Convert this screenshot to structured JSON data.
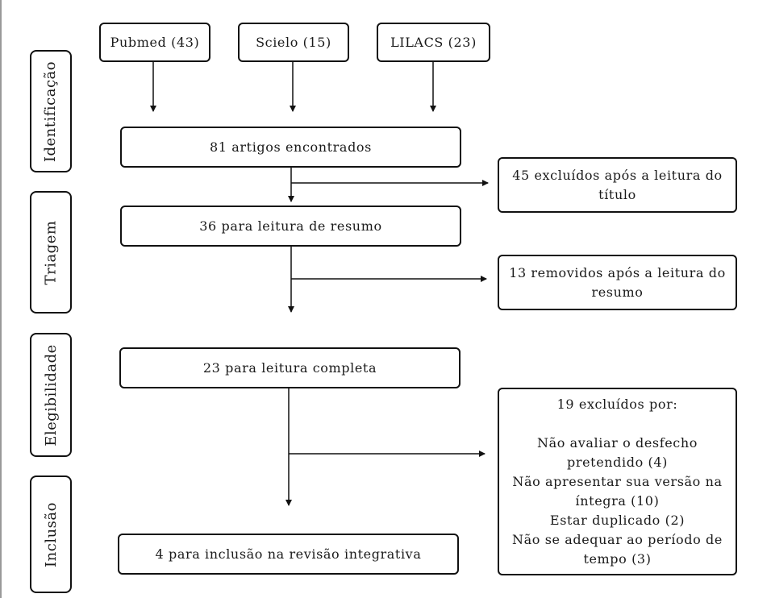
{
  "stages": {
    "identificacao": "Identificação",
    "triagem": "Triagem",
    "elegibilidade": "Elegibilidade",
    "inclusao": "Inclusão"
  },
  "sources": {
    "pubmed": "Pubmed (43)",
    "scielo": "Scielo (15)",
    "lilacs": "LILACS (23)"
  },
  "flow": {
    "found": "81 artigos encontrados",
    "abstract_reading": "36 para leitura de resumo",
    "full_reading": "23 para leitura completa",
    "included": "4 para inclusão na revisão integrativa"
  },
  "exclusions": {
    "title": [
      "45 excluídos após a leitura do",
      "título"
    ],
    "abstract": [
      "13 removidos após a leitura do",
      "resumo"
    ],
    "full_heading": "19 excluídos por:",
    "full_reasons": [
      "Não avaliar o desfecho",
      "pretendido (4)",
      "Não apresentar sua versão na",
      "íntegra (10)",
      "Estar duplicado (2)",
      "Não se adequar ao período de",
      "tempo (3)"
    ]
  }
}
